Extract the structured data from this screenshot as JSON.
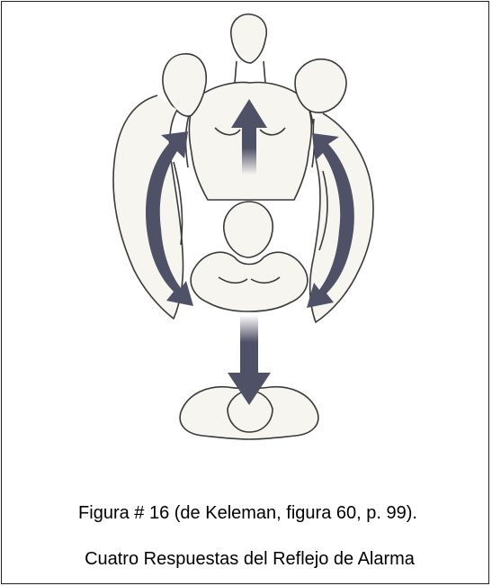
{
  "figure": {
    "caption": "Figura # 16 (de Keleman, figura 60, p. 99).",
    "title": "Cuatro Respuestas del Reflejo de Alarma",
    "colors": {
      "arrow": "#4f5166",
      "line": "#3a3a3a",
      "paper": "#f7f5f0"
    },
    "illustration": {
      "elements": [
        "figure-top-head-tilted-back",
        "figure-left-profile-bent-forward",
        "figure-right-profile-arched-back",
        "figure-center-crouched",
        "figure-bottom-head-down",
        "arrow-up",
        "arrow-down",
        "arrow-curved-left",
        "arrow-curved-right"
      ]
    }
  }
}
